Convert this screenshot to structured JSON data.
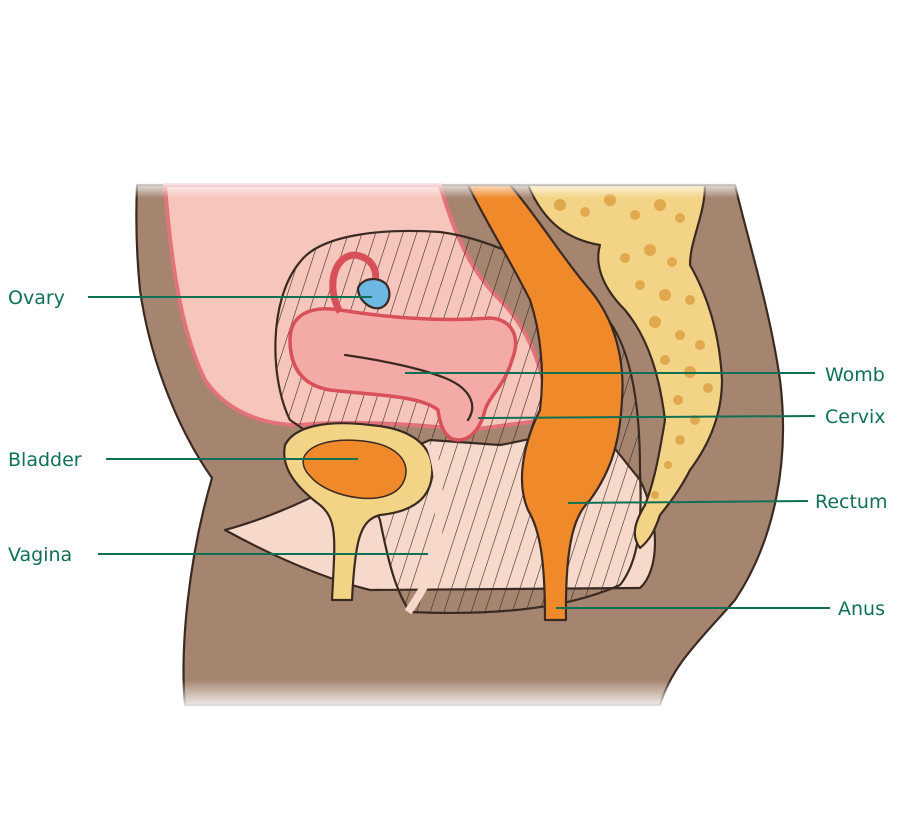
{
  "labels": {
    "ovary": "Ovary",
    "bladder": "Bladder",
    "vagina": "Vagina",
    "womb": "Womb",
    "cervix": "Cervix",
    "rectum": "Rectum",
    "anus": "Anus"
  },
  "colors": {
    "skin": "#a58570",
    "cavity": "#f6c5bc",
    "cavity_edge": "#e2737a",
    "organ_orange": "#f0892a",
    "bone": "#f3d486",
    "bone_holes": "#e1a94e",
    "ovary_blue": "#6cb8e3",
    "label_green": "#0f7154"
  }
}
